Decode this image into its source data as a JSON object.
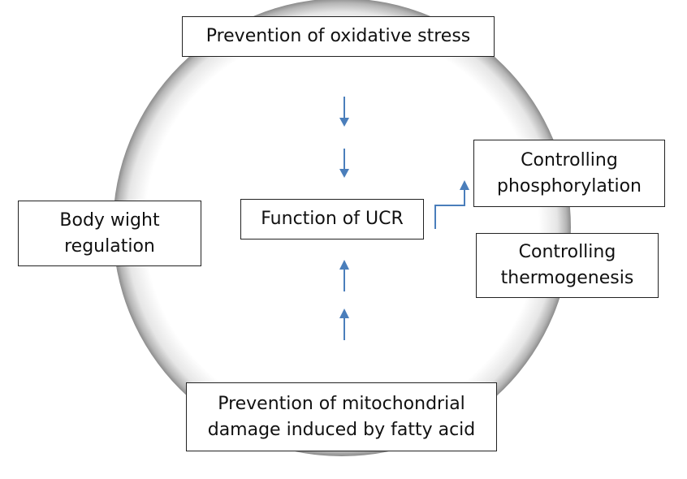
{
  "diagram": {
    "nodes": {
      "top": "Prevention of oxidative stress",
      "center": "Function of UCR",
      "left_line1": "Body wight",
      "left_line2": "regulation",
      "right1_line1": "Controlling",
      "right1_line2": "phosphorylation",
      "right2_line1": "Controlling",
      "right2_line2": "thermogenesis",
      "bottom_line1": "Prevention of mitochondrial",
      "bottom_line2": "damage induced by fatty acid"
    },
    "colors": {
      "arrow": "#4a7ebb",
      "box_border": "#222222",
      "circle_shadow": "#9a9a9a"
    }
  }
}
